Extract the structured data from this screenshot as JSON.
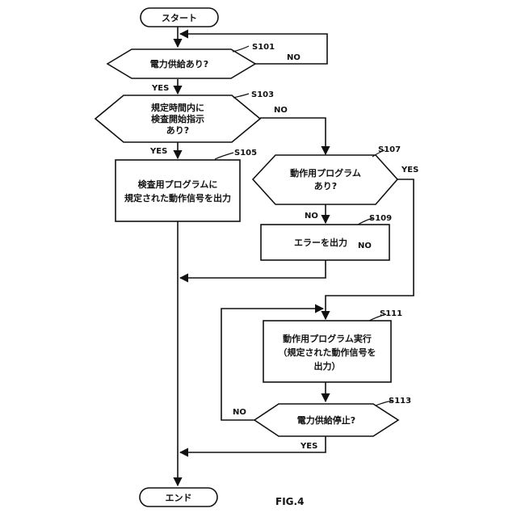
{
  "start": {
    "label": "スタート"
  },
  "end": {
    "label": "エンド"
  },
  "s101": {
    "id": "S101",
    "label": "電力供給あり?",
    "no": "NO",
    "yes": "YES"
  },
  "s103": {
    "id": "S103",
    "lines": [
      "規定時間内に",
      "検査開始指示",
      "あり?"
    ],
    "no": "NO",
    "yes": "YES"
  },
  "s105": {
    "id": "S105",
    "lines": [
      "検査用プログラムに",
      "規定された動作信号を出力"
    ]
  },
  "s107": {
    "id": "S107",
    "lines": [
      "動作用プログラム",
      "あり?"
    ],
    "no": "NO",
    "yes": "YES"
  },
  "s109": {
    "id": "S109",
    "label": "エラーを出力",
    "extra": "NO"
  },
  "s111": {
    "id": "S111",
    "lines": [
      "動作用プログラム実行",
      "（規定された動作信号を",
      "出力）"
    ]
  },
  "s113": {
    "id": "S113",
    "label": "電力供給停止?",
    "no": "NO",
    "yes": "YES"
  },
  "figure": {
    "label": "FIG.4"
  }
}
